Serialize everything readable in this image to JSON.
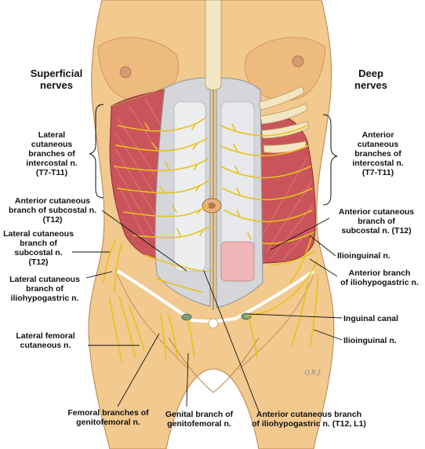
{
  "headings": {
    "left": "Superficial\nnerves",
    "right": "Deep\nnerves"
  },
  "labels": {
    "lateral_cutaneous_intercostal": "Lateral\ncutaneous\nbranches of\nintercostal n.\n(T7-T11)",
    "anterior_cutaneous_intercostal": "Anterior\ncutaneous\nbranches of\nintercostal n.\n(T7-T11)",
    "anterior_cutaneous_subcostal_left": "Anterior cutaneous\nbranch of subcostal n.\n(T12)",
    "anterior_cutaneous_subcostal_right": "Anterior cutaneous\nbranch of\nsubcostal n. (T12)",
    "lateral_cutaneous_subcostal": "Lateral cutaneous\nbranch of\nsubcostal n.\n(T12)",
    "ilioinguinal_upper": "Ilioinguinal n.",
    "anterior_iliohypogastric": "Anterior branch\nof iliohypogastric n.",
    "lateral_cutaneous_iliohypogastric": "Lateral cutaneous\nbranch of\niliohypogastric n.",
    "inguinal_canal": "Inguinal canal",
    "ilioinguinal_lower": "Ilioinguinal n.",
    "lateral_femoral_cutaneous": "Lateral femoral\ncutaneous n.",
    "femoral_branches_genitofemoral": "Femoral branches of\ngenitofemoral n.",
    "genital_branch_genitofemoral": "Genital branch of\ngenitofemoral n.",
    "anterior_cutaneous_iliohypogastric": "Anterior cutaneous branch\nof iliohypogastric n. (T12, L1)"
  },
  "signature": "Q.B.J.",
  "colors": {
    "skin": "#f2c98e",
    "skin_shadow": "#d9a86a",
    "muscle": "#c9555a",
    "muscle_light": "#e08a86",
    "fascia": "#d4d6d9",
    "fascia_light": "#eceef0",
    "nerve": "#e8c21a",
    "bone": "#f3e6c4",
    "line": "#111111"
  }
}
